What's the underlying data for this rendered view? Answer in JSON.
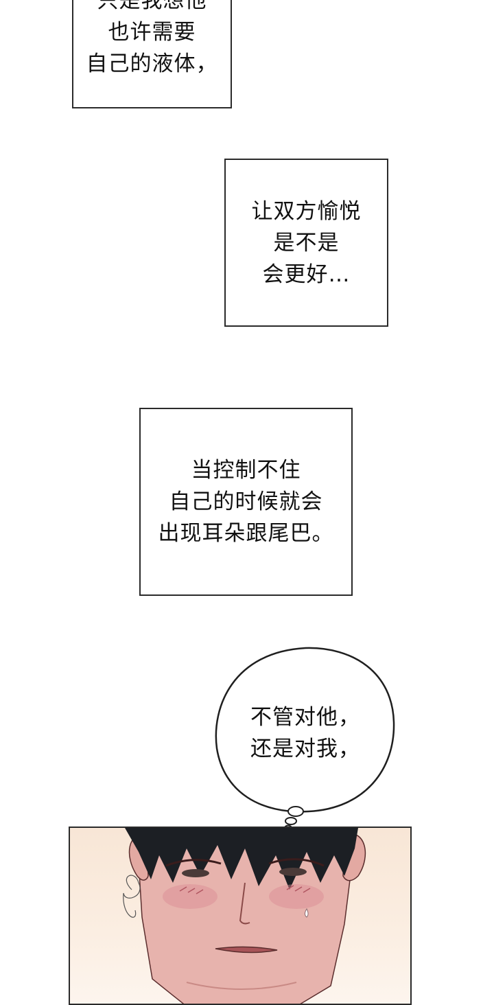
{
  "captions": [
    {
      "lines": [
        "只是我想他",
        "也许需要",
        "自己的液体，"
      ]
    },
    {
      "lines": [
        "让双方愉悦",
        "是不是",
        "会更好…"
      ]
    },
    {
      "lines": [
        "当控制不住",
        "自己的时候就会",
        "出现耳朵跟尾巴。"
      ]
    }
  ],
  "thought_bubble": {
    "lines": [
      "不管对他，",
      "还是对我，"
    ]
  },
  "panel": {
    "skin_color": "#e7b3ad",
    "hair_color": "#1c1f24",
    "background_color": "#f8e6d6",
    "blush_color": "#d98a92"
  }
}
